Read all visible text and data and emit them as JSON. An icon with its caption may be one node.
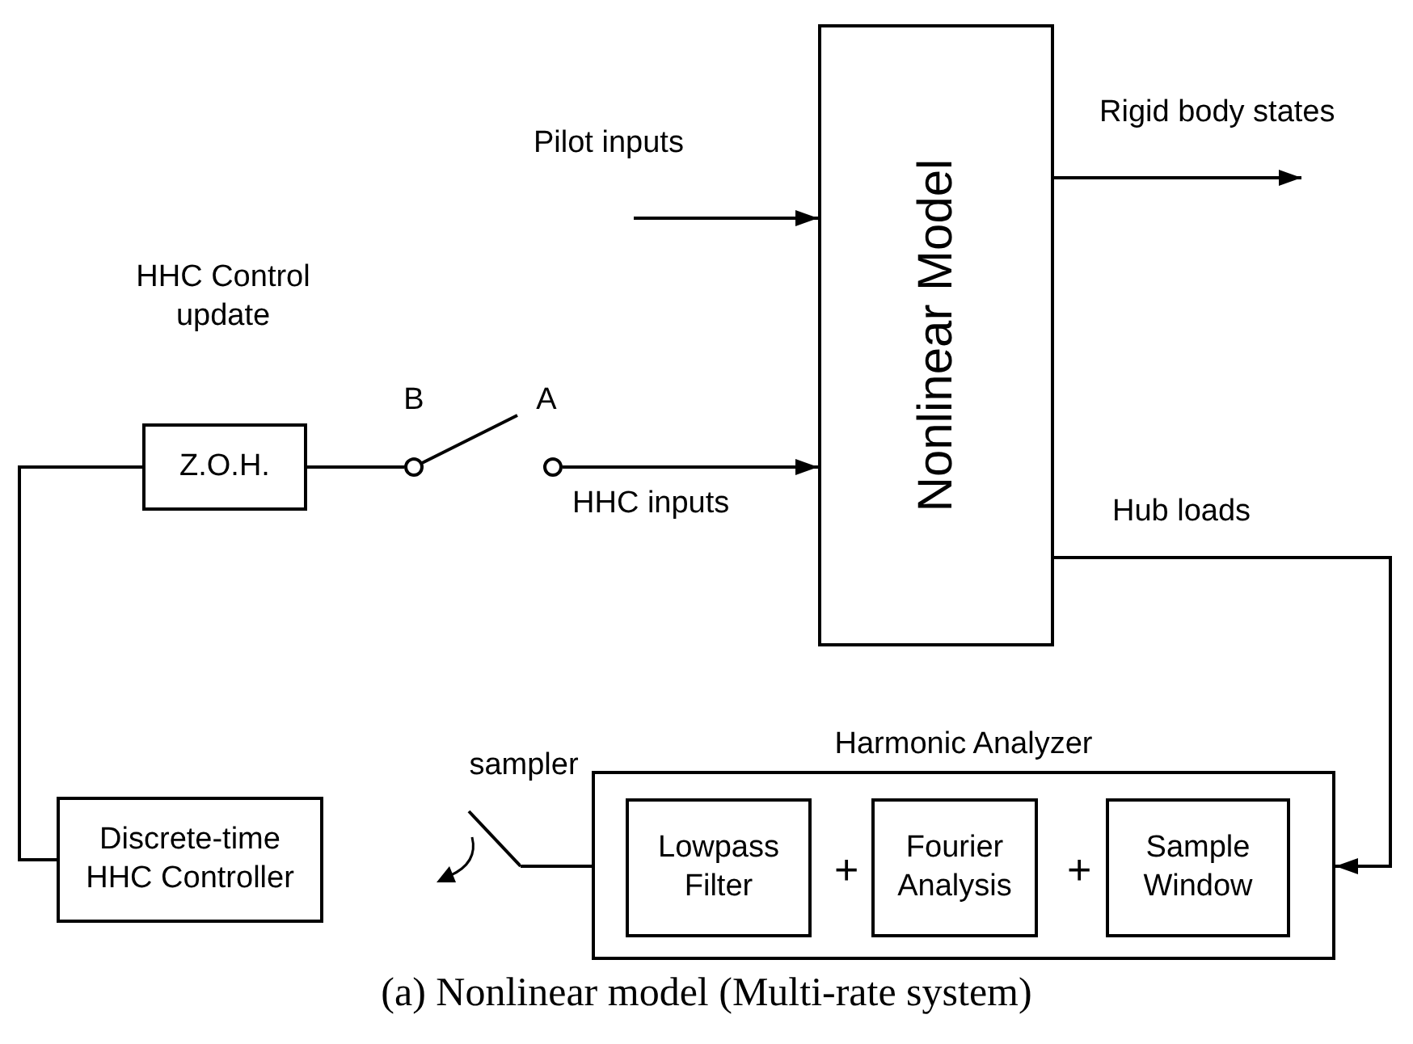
{
  "diagram": {
    "caption": "(a) Nonlinear model (Multi-rate system)",
    "nodes": [
      {
        "text": [
          "Nonlinear Model"
        ]
      },
      {
        "text": [
          "Z.O.H."
        ],
        "beside": [
          "HHC Control update"
        ]
      },
      {
        "text": [],
        "shape": "circle",
        "beside": [
          "B"
        ]
      },
      {
        "text": [],
        "shape": "circle",
        "beside": [
          "A"
        ]
      },
      {
        "text": [
          "Harmonic Analyzer"
        ]
      },
      {
        "text": [
          "Lowpass Filter"
        ],
        "in": 4
      },
      {
        "text": [
          "Fourier Analysis"
        ],
        "in": 4
      },
      {
        "text": [
          "Sample Window"
        ],
        "in": 4
      },
      {
        "text": [
          "Discrete-time HHC Controller"
        ]
      },
      {
        "text": [],
        "shape": "switch",
        "beside": [
          "sampler"
        ]
      }
    ],
    "edges": [
      {
        "from": null,
        "to": 0,
        "arrow": "to",
        "label": "Pilot inputs"
      },
      {
        "from": 0,
        "to": null,
        "arrow": "to",
        "label": "Rigid body states"
      },
      {
        "from": 1,
        "to": 2,
        "arrow": "none"
      },
      {
        "from": 3,
        "to": 0,
        "arrow": "to",
        "label": "HHC inputs"
      },
      {
        "from": 0,
        "to": 4,
        "arrow": "to",
        "label": "Hub loads"
      },
      {
        "from": 4,
        "to": 9,
        "arrow": "none"
      },
      {
        "from": 8,
        "to": 1,
        "arrow": "none"
      }
    ],
    "labels": [
      "+",
      "+"
    ]
  }
}
